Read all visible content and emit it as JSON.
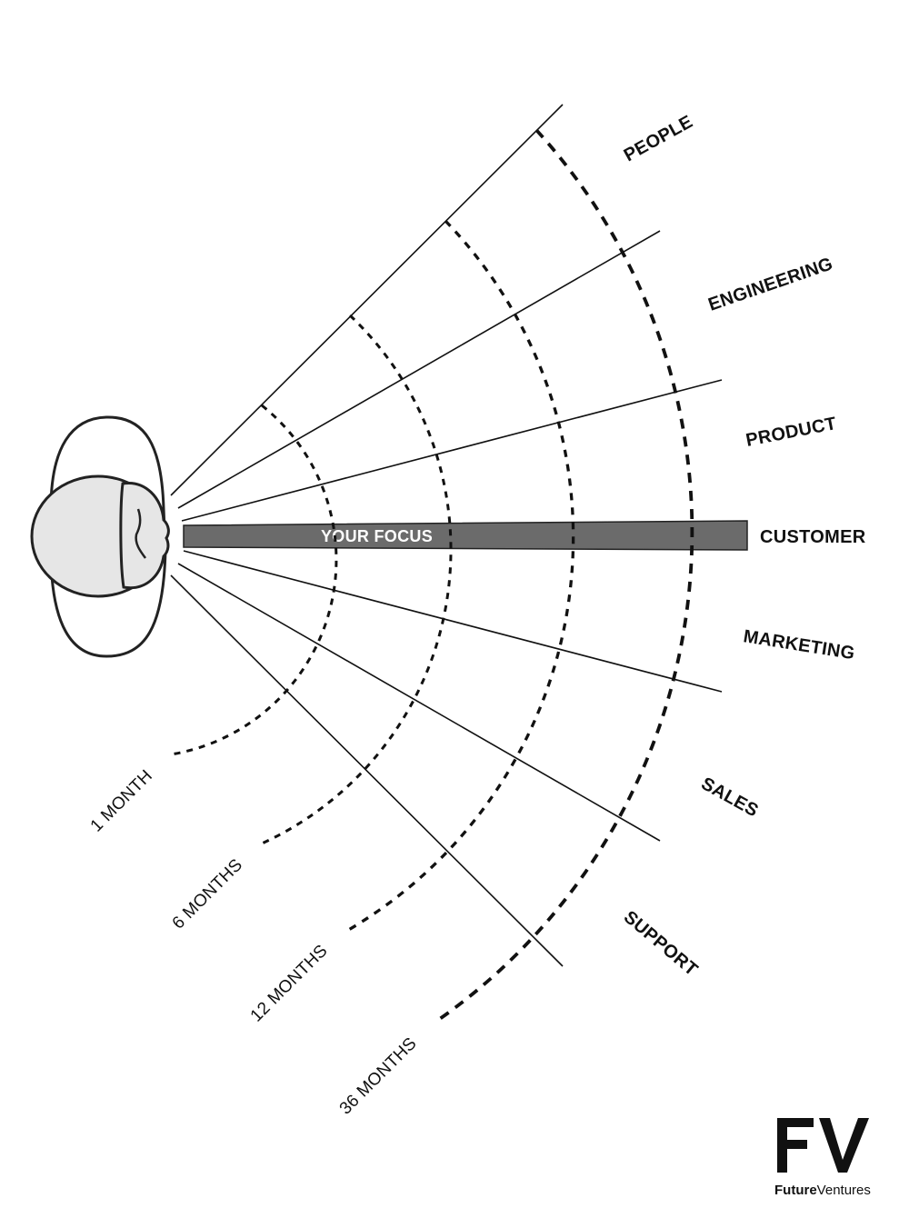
{
  "departments": [
    "PEOPLE",
    "ENGINEERING",
    "PRODUCT",
    "CUSTOMER",
    "MARKETING",
    "SALES",
    "SUPPORT"
  ],
  "focus_label": "YOUR FOCUS",
  "horizons": [
    "1 MONTH",
    "6 MONTHS",
    "12 MONTHS",
    "36 MONTHS"
  ],
  "logo": {
    "mark": "FV",
    "word_bold": "Future",
    "word_light": "Ventures"
  },
  "colors": {
    "ink": "#111111",
    "head_fill": "#e6e6e6",
    "focus_band": "#6b6b6b",
    "background": "#ffffff"
  }
}
